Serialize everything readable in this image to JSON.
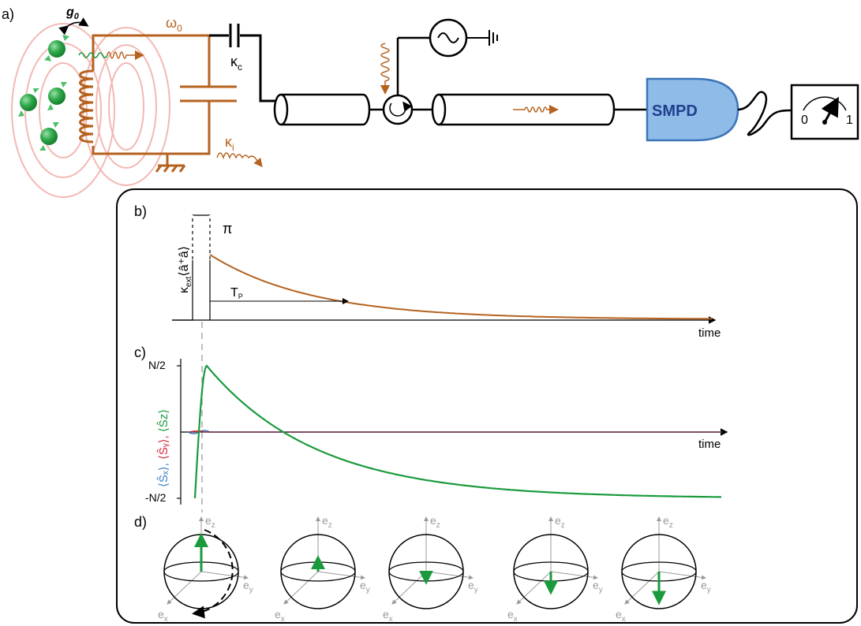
{
  "panel_a": {
    "label": "a)",
    "g0": "g",
    "g0_sub": "0",
    "omega": "ω",
    "omega_sub": "0",
    "kappa_c": "κ",
    "kappa_c_sub": "c",
    "kappa_i": "κ",
    "kappa_i_sub": "i",
    "smpd": "SMPD",
    "meter_zero": "0",
    "meter_one": "1"
  },
  "panel_b": {
    "label": "b)",
    "pi": "π",
    "ylabel_kappa": "κ",
    "ylabel_kappa_sub": "ext",
    "ylabel_rest": "⟨â⁺â⟩",
    "tp": "T",
    "tp_sub": "P",
    "xlabel": "time"
  },
  "panel_c": {
    "label": "c)",
    "ytick_top": "N/2",
    "ytick_bottom": "-N/2",
    "xlabel": "time",
    "ylabel_sx": "⟨Ŝₓ⟩,",
    "ylabel_sy": "⟨Ŝᵧ⟩,",
    "ylabel_sz": "⟨Ŝz⟩"
  },
  "panel_d": {
    "label": "d)",
    "ez": "e",
    "ez_sub": "z",
    "ey": "e",
    "ey_sub": "y",
    "ex": "e",
    "ex_sub": "x",
    "arrow_levels": [
      1.0,
      0.35,
      -0.25,
      -0.55,
      -0.85
    ]
  },
  "colors": {
    "copper": "#b5621f",
    "green": "#1a9a3c",
    "blue": "#3b7fc4",
    "red": "#d62a3a",
    "smpd_fill": "#8fbbe8",
    "smpd_text": "#1f3f8f",
    "field_lines": "#f2b9b4"
  }
}
